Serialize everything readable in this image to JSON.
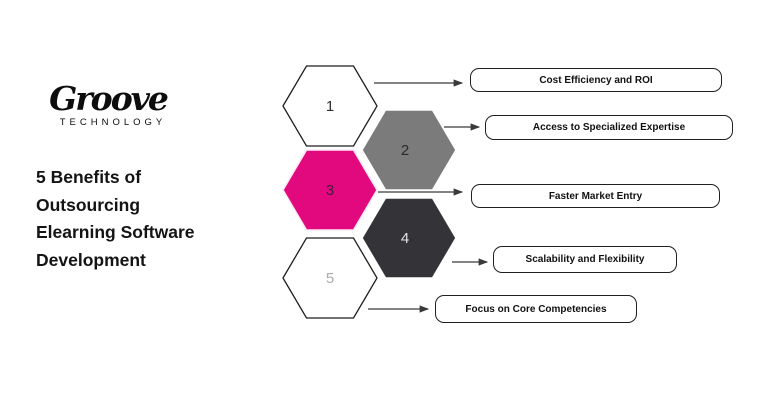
{
  "brand": {
    "name": "Groove",
    "subtitle": "TECHNOLOGY"
  },
  "title": "5 Benefits of\nOutsourcing\nElearning Software\nDevelopment",
  "hexagons": [
    {
      "number": "1",
      "fill": "#ffffff",
      "stroke": "#1f1f1f",
      "number_color": "#2e2e2e"
    },
    {
      "number": "2",
      "fill": "#7b7b7b",
      "stroke": "#ffffff",
      "number_color": "#2b2b2b"
    },
    {
      "number": "3",
      "fill": "#e2097f",
      "stroke": "#fce8f2",
      "number_color": "#43203a"
    },
    {
      "number": "4",
      "fill": "#333338",
      "stroke": "#ffffff",
      "number_color": "#e3e3e3"
    },
    {
      "number": "5",
      "fill": "#ffffff",
      "stroke": "#1f1f1f",
      "number_color": "#ababab"
    }
  ],
  "benefits": [
    {
      "label": "Cost Efficiency and ROI"
    },
    {
      "label": "Access to Specialized Expertise"
    },
    {
      "label": "Faster Market Entry"
    },
    {
      "label": "Scalability and Flexibility"
    },
    {
      "label": "Focus on Core Competencies"
    }
  ],
  "colors": {
    "accent_pink": "#e2097f",
    "hex_gray": "#7b7b7b",
    "hex_dark": "#333338",
    "arrow": "#3a3a3a",
    "background": "#ffffff"
  }
}
